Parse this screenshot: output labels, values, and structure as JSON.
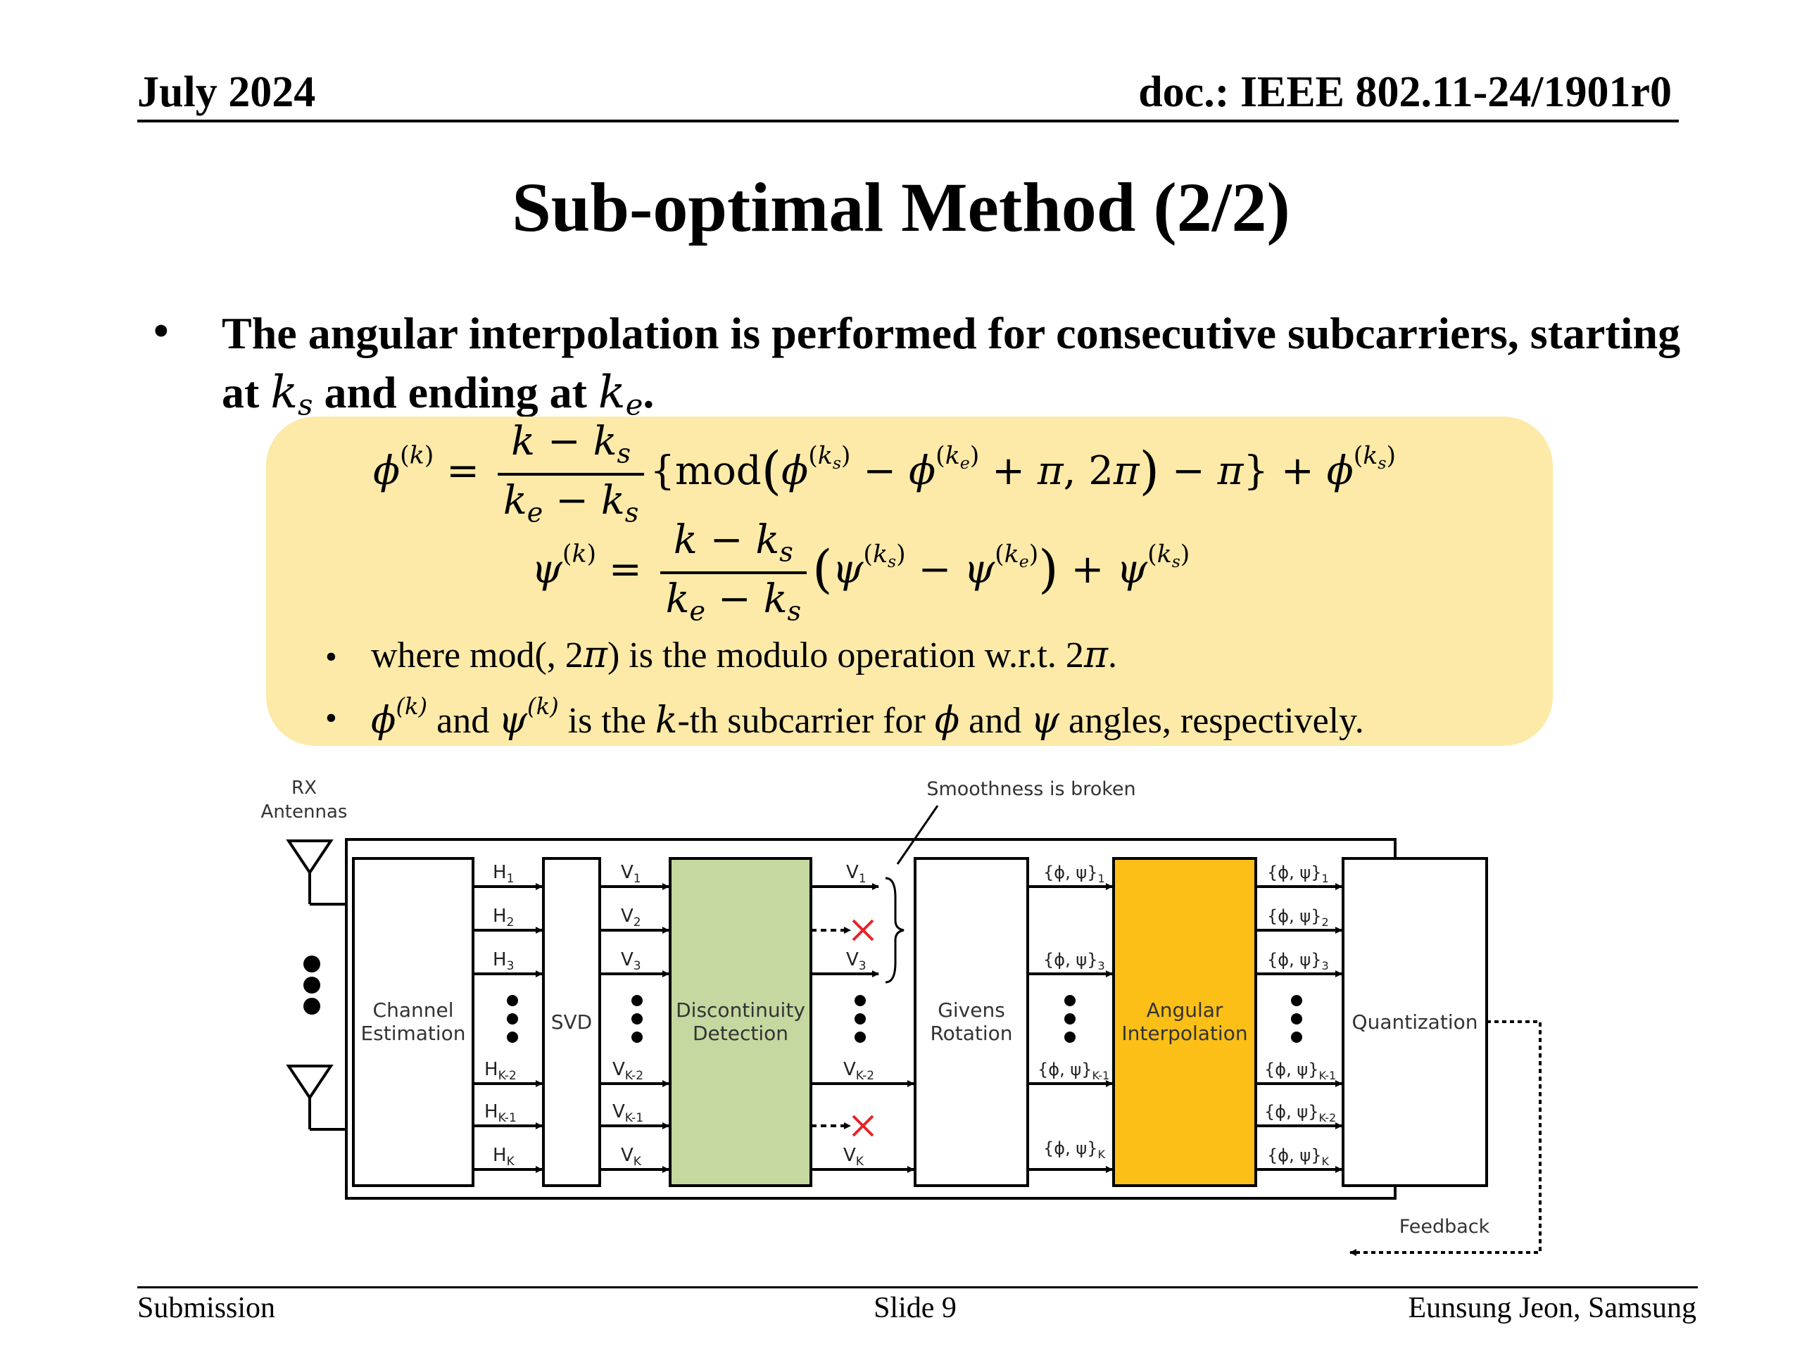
{
  "header": {
    "date": "July 2024",
    "doc": "doc.: IEEE 802.11-24/1901r0"
  },
  "title": "Sub-optimal Method (2/2)",
  "bullet": {
    "marker": "•",
    "text_part1": "The angular interpolation is performed for consecutive subcarriers, starting at",
    "text_part2": "and ending at",
    "text_part3": "."
  },
  "notes": [
    {
      "marker": "•",
      "text_a": "where mod(, 2",
      "text_b": ") is the modulo operation w.r.t. 2",
      "text_c": "."
    },
    {
      "marker": "•",
      "text_a": "and",
      "text_b": "is the",
      "text_c": "-th subcarrier for",
      "text_d": "and",
      "text_e": "angles, respectively."
    }
  ],
  "diagram": {
    "rx_antennas": [
      "RX",
      "Antennas"
    ],
    "annotation": "Smoothness is broken",
    "blocks": {
      "channel_estimation": [
        "Channel",
        "Estimation"
      ],
      "svd": "SVD",
      "discontinuity_detection": [
        "Discontinuity",
        "Detection"
      ],
      "givens_rotation": [
        "Givens",
        "Rotation"
      ],
      "angular_interpolation": [
        "Angular",
        "Interpolation"
      ],
      "quantization": "Quantization"
    },
    "feedback": "Feedback",
    "colors": {
      "discontinuity": "#c5d8a0",
      "interpolation": "#fbbf17",
      "formula_bg": "#fdeaa8",
      "cross": "#e8232a"
    }
  },
  "footer": {
    "left": "Submission",
    "center": "Slide 9",
    "right": "Eunsung Jeon, Samsung"
  }
}
